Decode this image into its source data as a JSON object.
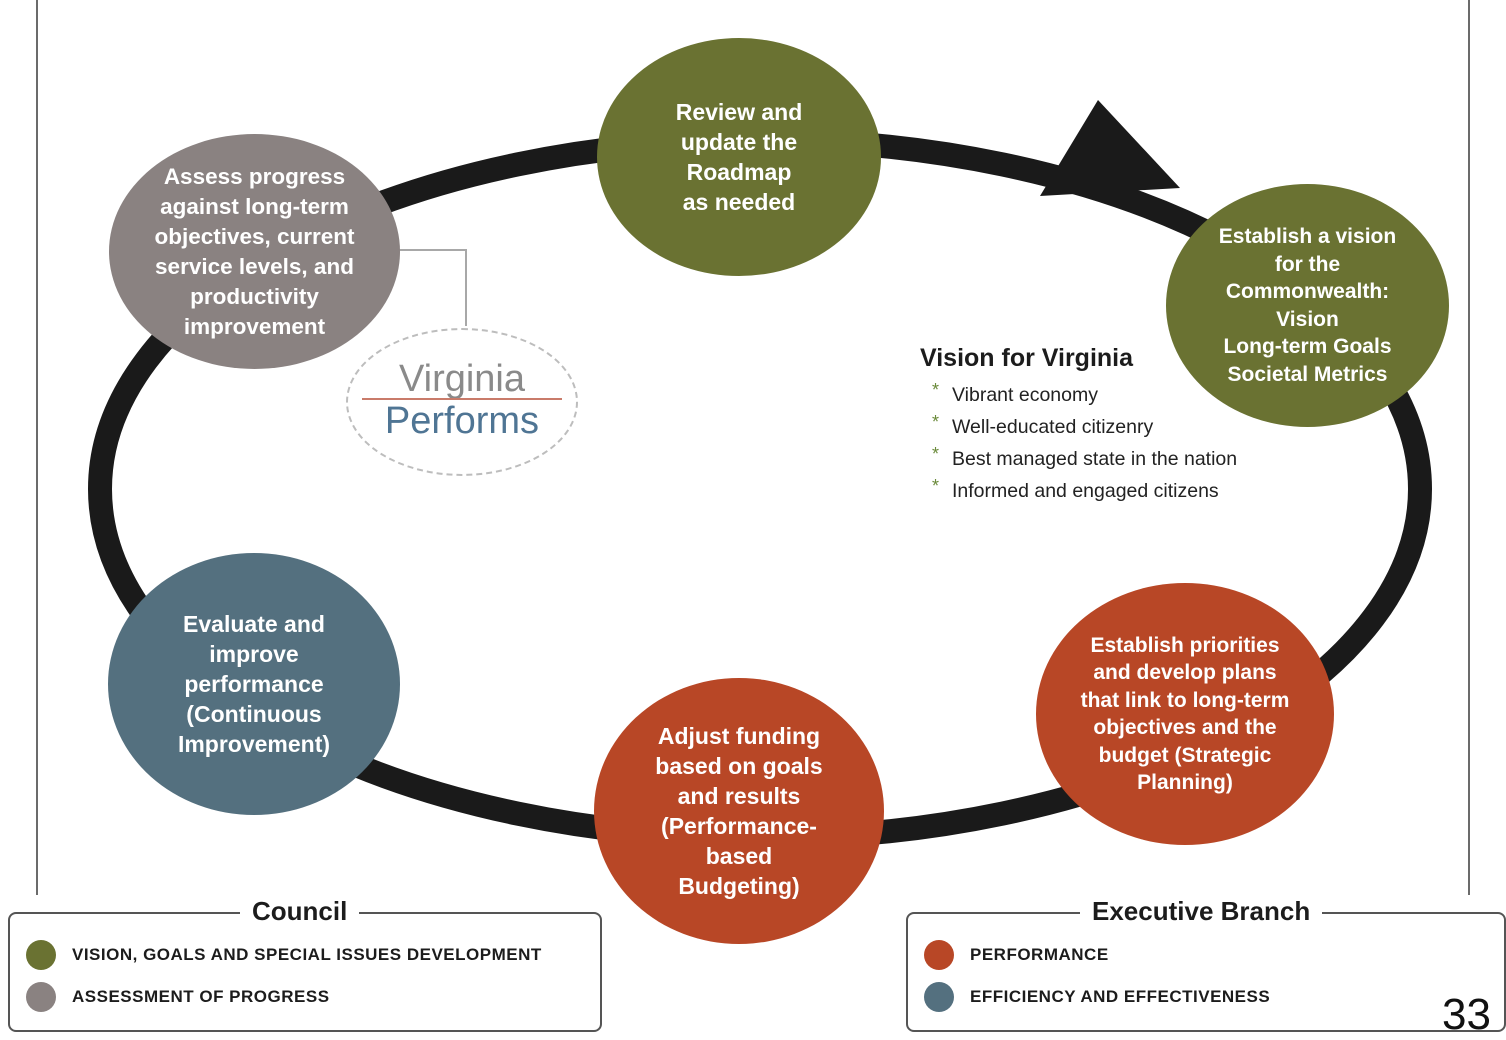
{
  "colors": {
    "green": "#6a7232",
    "gray": "#8a8281",
    "blue": "#54707f",
    "red": "#b84726",
    "loop": "#1a1a1a"
  },
  "steps": {
    "review": "Review and\nupdate the\nRoadmap\nas needed",
    "vision": "Establish a vision\nfor the\nCommonwealth:\nVision\nLong-term Goals\nSocietal Metrics",
    "priorities": "Establish priorities\nand develop plans\nthat link to long-term\nobjectives and the\nbudget (Strategic\nPlanning)",
    "adjust": "Adjust funding\nbased on goals\nand results\n(Performance-\nbased\nBudgeting)",
    "evaluate": "Evaluate and\nimprove\nperformance\n(Continuous\nImprovement)",
    "assess": "Assess progress\nagainst long-term\nobjectives, current\nservice levels, and\nproductivity\nimprovement"
  },
  "logo": {
    "line1": "Virginia",
    "line2": "Performs"
  },
  "vision_for_virginia": {
    "title": "Vision for Virginia",
    "bullet": "*",
    "items": [
      "Vibrant economy",
      "Well-educated citizenry",
      "Best managed state in the nation",
      "Informed and engaged citizens"
    ]
  },
  "legend": {
    "council": {
      "title": "Council",
      "items": [
        {
          "label": "VISION, GOALS AND SPECIAL ISSUES DEVELOPMENT",
          "color": "#6a7232"
        },
        {
          "label": "ASSESSMENT OF PROGRESS",
          "color": "#8a8281"
        }
      ]
    },
    "executive": {
      "title": "Executive Branch",
      "items": [
        {
          "label": "PERFORMANCE",
          "color": "#b84726"
        },
        {
          "label": "EFFICIENCY AND EFFECTIVENESS",
          "color": "#54707f"
        }
      ]
    }
  },
  "page_number": "33"
}
